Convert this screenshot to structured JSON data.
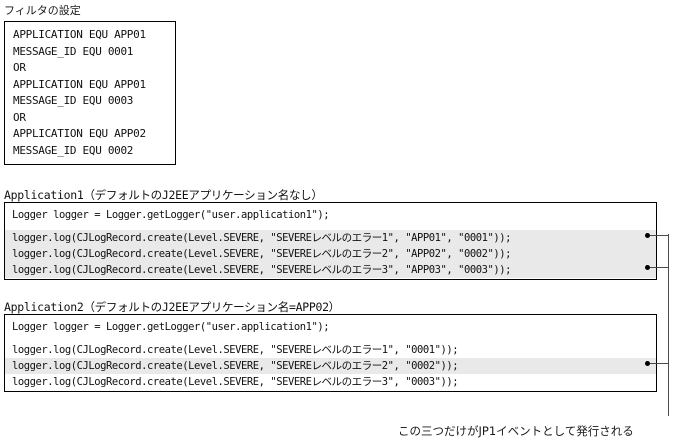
{
  "filter": {
    "title": "フィルタの設定",
    "lines": [
      "APPLICATION EQU APP01",
      "MESSAGE_ID EQU 0001",
      "OR",
      "APPLICATION EQU APP01",
      "MESSAGE_ID EQU 0003",
      "OR",
      "APPLICATION EQU APP02",
      "MESSAGE_ID EQU 0002"
    ]
  },
  "applications": [
    {
      "title": "Application1（デフォルトのJ2EEアプリケーション名なし）",
      "declaration": "Logger logger = Logger.getLogger(\"user.application1\");",
      "code": [
        {
          "text": "logger.log(CJLogRecord.create(Level.SEVERE, \"SEVEREレベルのエラー1\", \"APP01\", \"0001\"));",
          "highlighted": true,
          "marked": true
        },
        {
          "text": "logger.log(CJLogRecord.create(Level.SEVERE, \"SEVEREレベルのエラー2\", \"APP02\", \"0002\"));",
          "highlighted": true,
          "marked": false
        },
        {
          "text": "logger.log(CJLogRecord.create(Level.SEVERE, \"SEVEREレベルのエラー3\", \"APP03\", \"0003\"));",
          "highlighted": true,
          "marked": true
        }
      ]
    },
    {
      "title": "Application2（デフォルトのJ2EEアプリケーション名=APP02）",
      "declaration": "Logger logger = Logger.getLogger(\"user.application1\");",
      "code": [
        {
          "text": "logger.log(CJLogRecord.create(Level.SEVERE, \"SEVEREレベルのエラー1\", \"0001\"));",
          "highlighted": false,
          "marked": false
        },
        {
          "text": "logger.log(CJLogRecord.create(Level.SEVERE, \"SEVEREレベルのエラー2\", \"0002\"));",
          "highlighted": true,
          "marked": true
        },
        {
          "text": "logger.log(CJLogRecord.create(Level.SEVERE, \"SEVEREレベルのエラー3\", \"0003\"));",
          "highlighted": false,
          "marked": false
        }
      ]
    }
  ],
  "caption": "この三つだけがJP1イベントとして発行される",
  "colors": {
    "border": "#000000",
    "highlight": "#e9e9e9",
    "connector": "#4a4a4a",
    "text": "#111111"
  }
}
